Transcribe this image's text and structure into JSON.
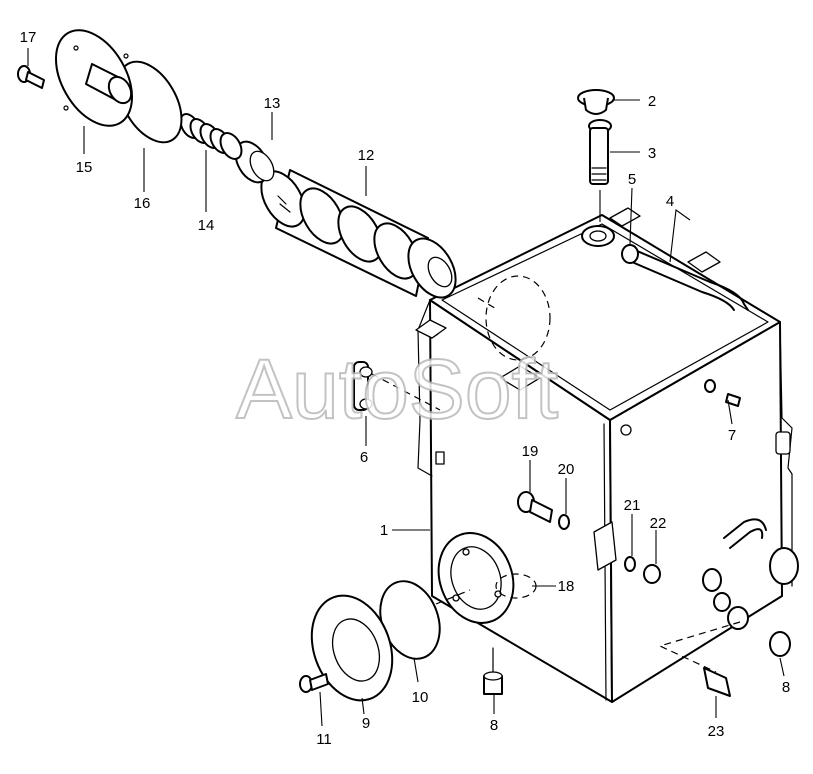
{
  "watermark": "AutoSoft",
  "callouts": {
    "c1": "1",
    "c2": "2",
    "c3": "3",
    "c4": "4",
    "c5": "5",
    "c6": "6",
    "c7": "7",
    "c8a": "8",
    "c8b": "8",
    "c9": "9",
    "c10": "10",
    "c11": "11",
    "c12": "12",
    "c13": "13",
    "c14": "14",
    "c15": "15",
    "c16": "16",
    "c17": "17",
    "c18": "18",
    "c19": "19",
    "c20": "20",
    "c21": "21",
    "c22": "22",
    "c23": "23"
  },
  "icons": {
    "tank": "hydraulic-tank-body",
    "filter": "suction-filter-element",
    "cover": "tank-cover-flange",
    "gasket": "flat-gasket",
    "spring": "coil-spring",
    "bolt": "hex-bolt",
    "plug": "drain-plug"
  }
}
